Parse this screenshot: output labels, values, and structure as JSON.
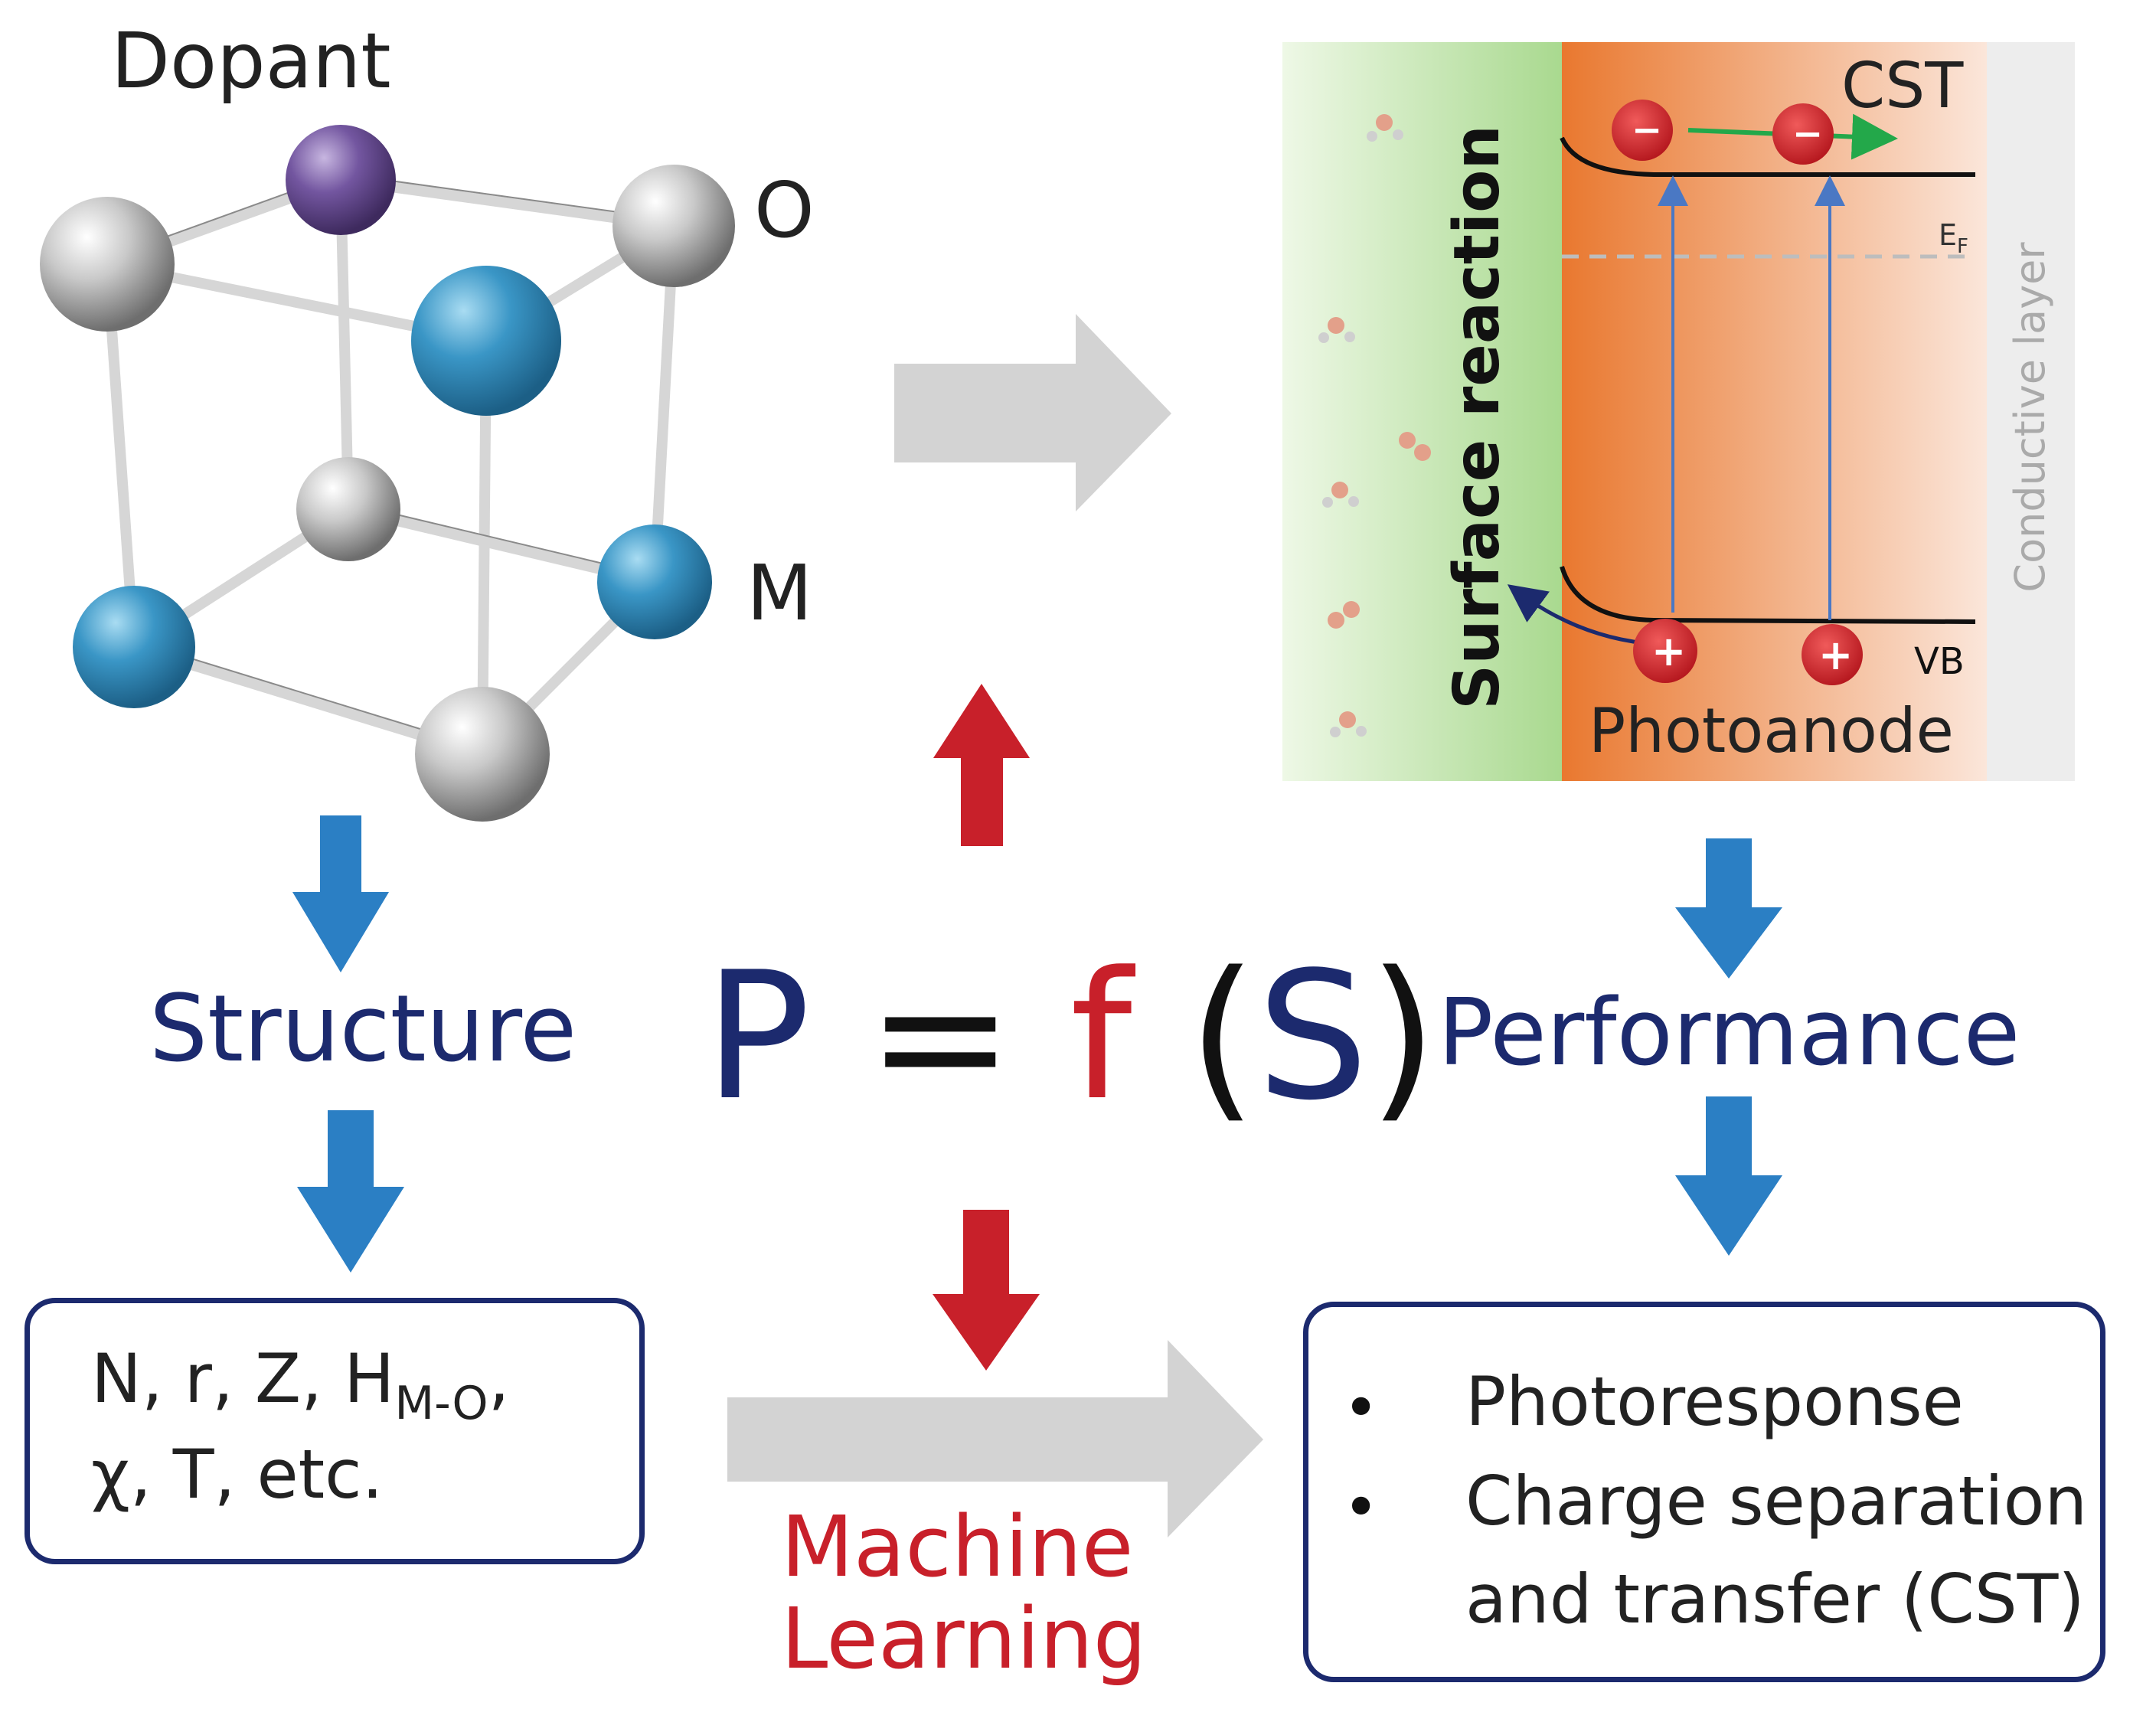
{
  "lattice": {
    "dopant_label": "Dopant",
    "o_label": "O",
    "m_label": "M"
  },
  "photoanode": {
    "cst_label": "CST",
    "ef_label": "EF",
    "conductive_label": "Conductive layer",
    "surface_label": "Surface reaction",
    "vb_label": "VB",
    "photoanode_label": "Photoanode",
    "electron_symbol": "−",
    "hole_symbol": "+"
  },
  "equation": {
    "p": "P",
    "eq": "=",
    "f": "f",
    "lparen": "(",
    "s": "S",
    "rparen": ")"
  },
  "structure_label": "Structure",
  "performance_label": "Performance",
  "descriptors": {
    "line1_main": "N, r, Z, H",
    "line1_sub": "M-O",
    "line1_end": ",",
    "line2": "χ, T, etc."
  },
  "outcomes": {
    "bullet": "•",
    "item1": "Photoresponse",
    "item2_line1": "Charge separation",
    "item2_line2": "and transfer (CST)"
  },
  "ml": {
    "line1": "Machine",
    "line2": "Learning"
  },
  "colors": {
    "navy": "#1c2a6e",
    "red": "#c8202a",
    "blue_arrow": "#2b7fc4",
    "gray_arrow": "#d3d3d3",
    "atom_blue": "#2f8fc0",
    "atom_gray": "#b5b5b5",
    "atom_purple": "#6a4c93"
  }
}
